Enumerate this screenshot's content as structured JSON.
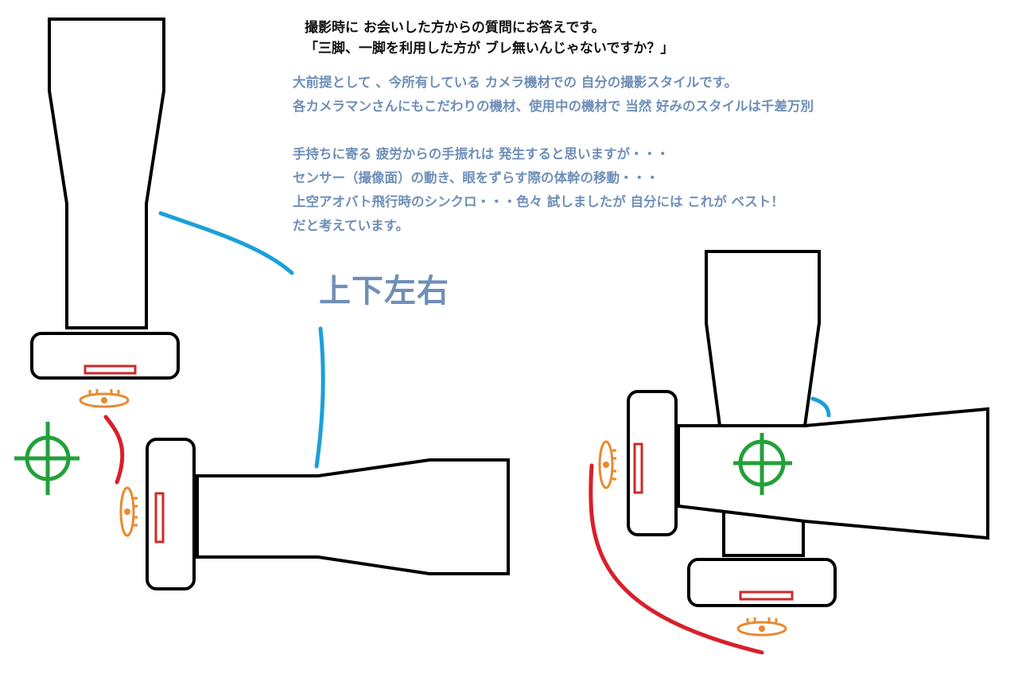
{
  "header": {
    "line1": "撮影時に お会いした方からの質問にお答えです。",
    "line2": "「三脚、一脚を利用した方が ブレ無いんじゃないですか？」"
  },
  "body": {
    "lines": [
      "大前提として 、今所有している カメラ機材での 自分の撮影スタイルです。",
      "各カメラマンさんにもこだわりの機材、使用中の機材で 当然 好みのスタイルは千差万別",
      "",
      "手持ちに寄る 疲労からの手振れは 発生すると思いますが・・・",
      "センサー（撮像面）の動き、眼をずらす際の体幹の移動・・・",
      "上空アオバト飛行時のシンクロ・・・色々 試しましたが 自分には これが ベスト！",
      "だと考えています。"
    ]
  },
  "label_center": "上下左右",
  "colors": {
    "body_text": "#6f8fb8",
    "header_text": "#111111",
    "outline": "#000000",
    "sensor": "#cc2a2a",
    "eye": "#e8892e",
    "crosshair": "#23a03a",
    "arc_blue": "#1ba0d8",
    "arc_red": "#d8202a"
  },
  "icons": [
    "crosshair-icon",
    "eye-icon",
    "sensor-icon"
  ]
}
